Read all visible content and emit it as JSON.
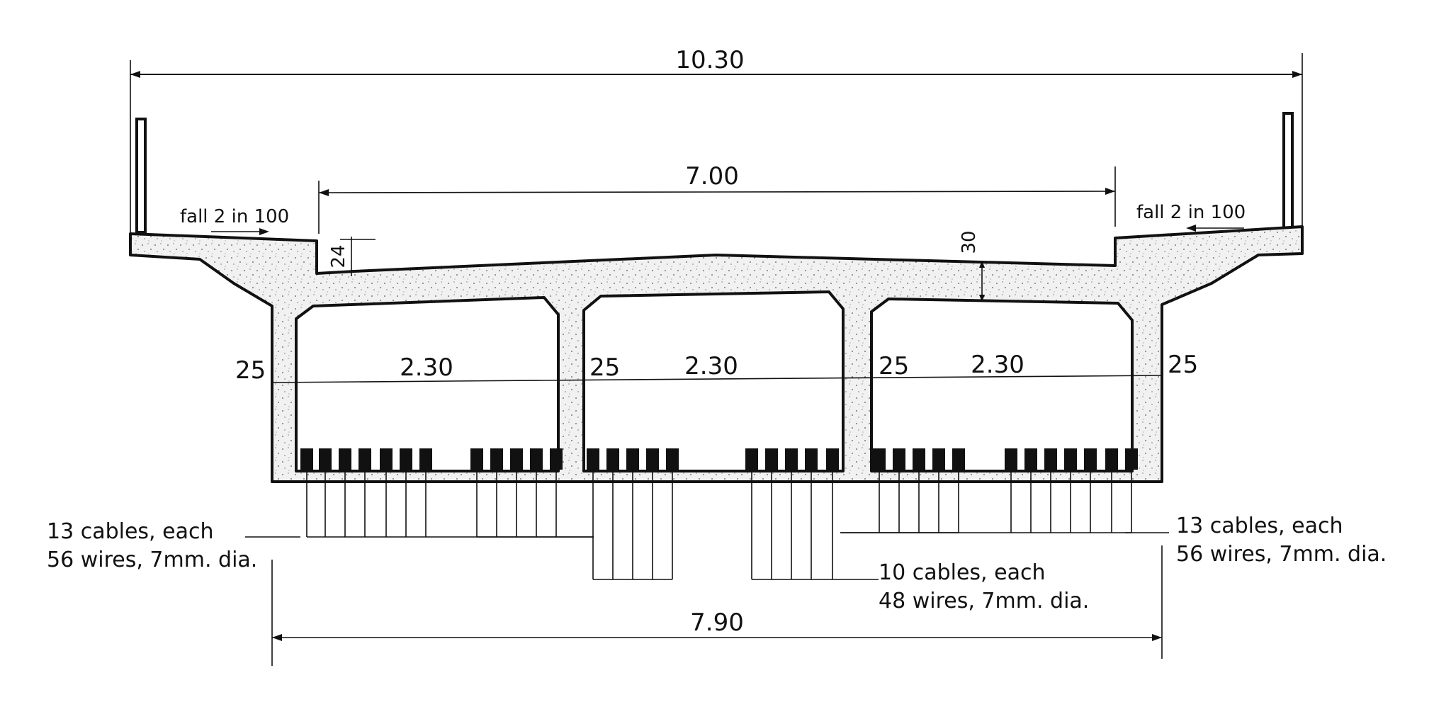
{
  "dimensions": {
    "overall_width": "10.30",
    "roadway_width": "7.00",
    "bottom_width": "7.90",
    "kerb_height": "24",
    "slab_thickness": "30",
    "web_thickness": [
      "25",
      "25",
      "25",
      "25"
    ],
    "cell_width": [
      "2.30",
      "2.30",
      "2.30"
    ]
  },
  "falls": {
    "left": "fall 2 in 100",
    "right": "fall 2 in 100"
  },
  "cable_notes": {
    "left": {
      "line1": "13 cables, each",
      "line2": "56 wires, 7mm. dia."
    },
    "center": {
      "line1": "10 cables, each",
      "line2": "48 wires, 7mm. dia."
    },
    "right": {
      "line1": "13 cables, each",
      "line2": "56 wires, 7mm. dia."
    }
  },
  "colors": {
    "ink": "#111111",
    "concrete": "#efefef",
    "paper": "#ffffff"
  }
}
